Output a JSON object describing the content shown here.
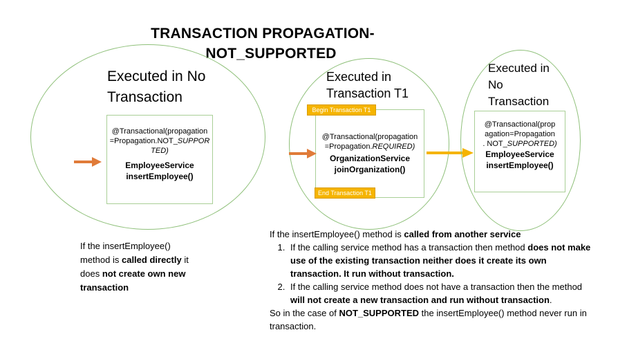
{
  "title": {
    "line1": "TRANSACTION PROPAGATION-",
    "line2": "NOT_SUPPORTED"
  },
  "left": {
    "heading_line1": "Executed in No",
    "heading_line2": "Transaction",
    "code_line1": "@Transactional(propagation",
    "code_line2_prefix": "=Propagation.NOT_",
    "code_line2_italic": "SUPPOR",
    "code_line3_italic": "TED)",
    "service": "EmployeeService",
    "method": "insertEmployee()"
  },
  "middle": {
    "heading_line1": "Executed in",
    "heading_line2": "Transaction T1",
    "begin_tag": "Begin Transaction  T1",
    "end_tag": "End Transaction T1",
    "code_line1": "@Transactional(propagation",
    "code_line2_prefix": "=Propagation.",
    "code_line2_italic": "REQUIRED)",
    "service": "OrganizationService",
    "method": "joinOrganization()"
  },
  "right": {
    "heading_line1": "Executed in",
    "heading_line2": "No",
    "heading_line3": "Transaction",
    "code_line1": "@Transactional(prop",
    "code_line2": "agation=Propagation",
    "code_line3_prefix": ". NOT_",
    "code_line3_italic": "SUPPORTED)",
    "service": "EmployeeService",
    "method": "insertEmployee()"
  },
  "note_left": {
    "line1": "If the insertEmployee()",
    "line2_prefix": "method is ",
    "line2_bold": "called directly",
    "line2_suffix": " it",
    "line3_prefix": "does ",
    "line3_bold": "not create own new",
    "line4_bold": "transaction"
  },
  "note_right": {
    "intro_prefix": "If the insertEmployee() method is ",
    "intro_bold": "called from another service",
    "item1_prefix": "If the calling service method has a transaction then method ",
    "item1_bold": "does not make use of the existing transaction neither does it create its own transaction. It run without transaction.",
    "item2_prefix": "If the calling service method does not have a transaction then the method ",
    "item2_bold1": "will not create a new transaction and run without transaction",
    "item2_suffix": ".",
    "outro_prefix": "So in the case of ",
    "outro_bold": "NOT_SUPPORTED",
    "outro_suffix": " the insertEmployee() method never run in transaction."
  },
  "colors": {
    "ellipse": "#8fc07a",
    "orange_arrow": "#e07b39",
    "yellow_arrow": "#f5b400",
    "tag": "#f5b400"
  }
}
